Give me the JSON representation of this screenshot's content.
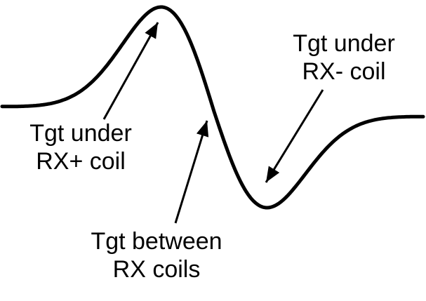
{
  "diagram": {
    "background": "#ffffff",
    "stroke_color": "#000000",
    "labels": {
      "rx_plus": {
        "line1": "Tgt under",
        "line2": "RX+ coil"
      },
      "rx_minus": {
        "line1": "Tgt under",
        "line2": "RX- coil"
      },
      "between": {
        "line1": "Tgt between",
        "line2": "RX coils"
      }
    },
    "curve": {
      "type": "line",
      "description": "S-shaped differential RX signal: flat baseline, positive peak (target under RX+ coil), zero crossing (target between RX coils), negative trough (target under RX- coil), return to baseline",
      "baseline_left_y": 152,
      "baseline_right_y": 166,
      "peak": {
        "x": 230,
        "y": 10
      },
      "trough": {
        "x": 380,
        "y": 296
      },
      "x_range": [
        3,
        604
      ],
      "stroke_width": 5
    },
    "arrows": [
      {
        "name": "arrow-to-peak",
        "from": [
          148,
          170
        ],
        "to": [
          225,
          32
        ]
      },
      {
        "name": "arrow-to-trough",
        "from": [
          460,
          128
        ],
        "to": [
          379,
          260
        ]
      },
      {
        "name": "arrow-to-crossing",
        "from": [
          250,
          318
        ],
        "to": [
          295,
          172
        ]
      }
    ]
  }
}
